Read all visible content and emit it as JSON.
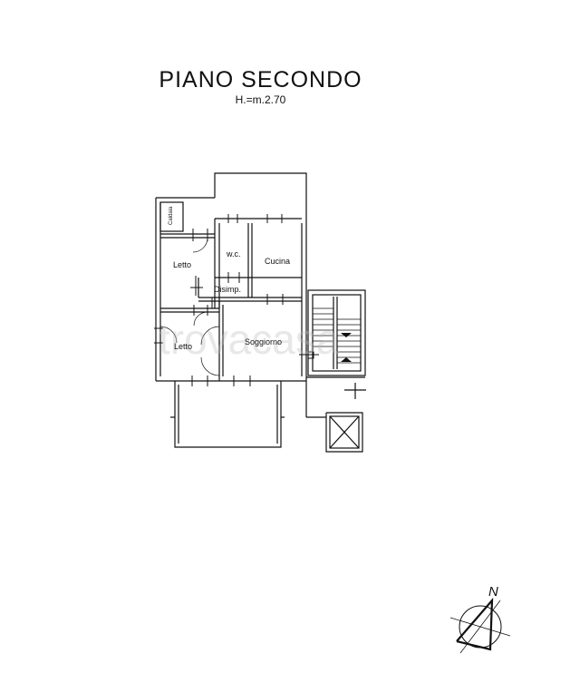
{
  "header": {
    "title": "PIANO SECONDO",
    "subtitle": "H.=m.2.70"
  },
  "rooms": {
    "caldaia": "Caldaia",
    "wc": "w.c.",
    "cucina": "Cucina",
    "letto_top": "Letto",
    "disimp": "Disimp.",
    "letto_bottom": "Letto",
    "soggiorno": "Soggiorno"
  },
  "watermark": "trovacasa",
  "compass": {
    "north_label": "N"
  }
}
